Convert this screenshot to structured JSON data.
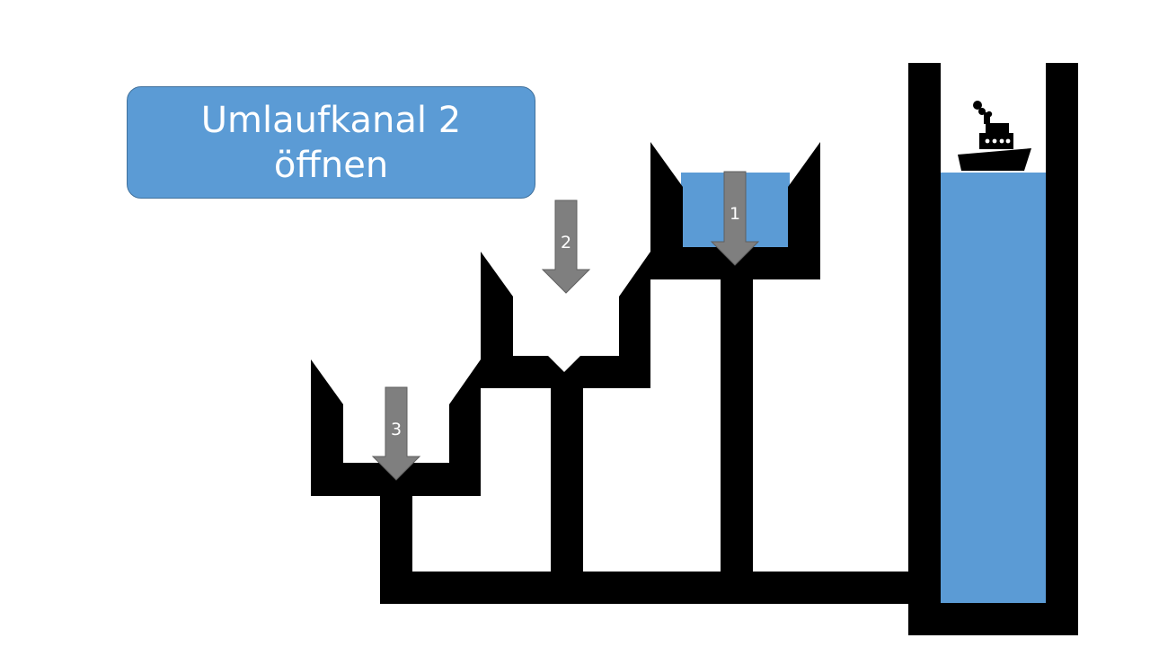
{
  "title": {
    "line1": "Umlaufkanal 2",
    "line2": "öffnen"
  },
  "arrows": [
    {
      "label": "1"
    },
    {
      "label": "2"
    },
    {
      "label": "3"
    }
  ],
  "colors": {
    "water": "#5b9bd5",
    "structure": "#000000",
    "arrow": "#7f7f7f",
    "background": "#ffffff"
  },
  "icons": {
    "ship": "ship-icon"
  }
}
